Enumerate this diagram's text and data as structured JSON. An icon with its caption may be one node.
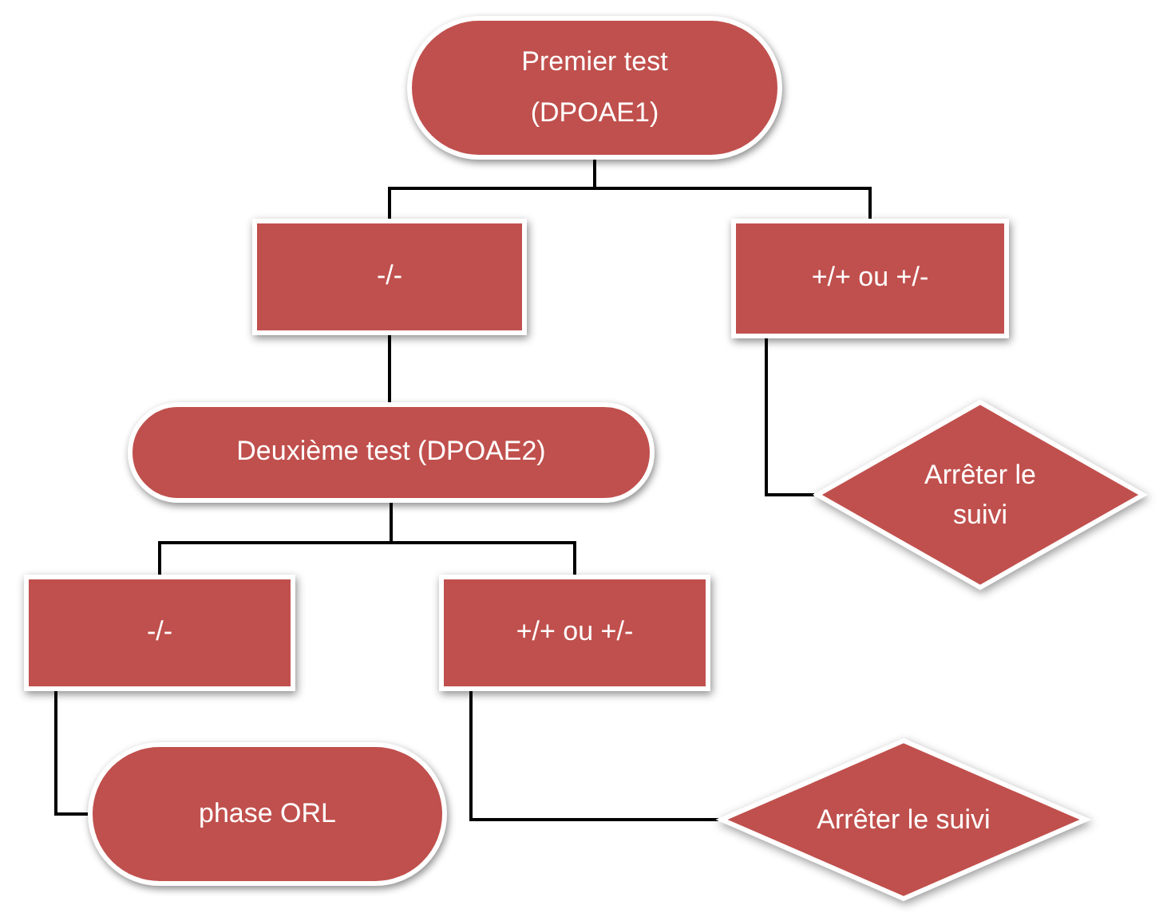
{
  "diagram": {
    "nodes": [
      {
        "text": [
          "Premier test (DPOAE1)"
        ]
      },
      {
        "text": [
          "-/-"
        ]
      },
      {
        "text": [
          "+/+ ou +/-"
        ]
      },
      {
        "text": [
          "Deuxième test (DPOAE2)"
        ]
      },
      {
        "text": [
          "Arrêter le suivi"
        ]
      },
      {
        "text": [
          "-/-"
        ]
      },
      {
        "text": [
          "+/+ ou +/-"
        ]
      },
      {
        "text": [
          "phase ORL"
        ]
      },
      {
        "text": [
          "Arrêter le suivi"
        ]
      }
    ],
    "edges": [
      {
        "from": 0,
        "to": 1,
        "arrow": "none"
      },
      {
        "from": 0,
        "to": 2,
        "arrow": "none"
      },
      {
        "from": 1,
        "to": 3,
        "arrow": "none"
      },
      {
        "from": 2,
        "to": 4,
        "arrow": "none"
      },
      {
        "from": 3,
        "to": 5,
        "arrow": "none"
      },
      {
        "from": 3,
        "to": 6,
        "arrow": "none"
      },
      {
        "from": 5,
        "to": 7,
        "arrow": "none"
      },
      {
        "from": 6,
        "to": 8,
        "arrow": "none"
      }
    ]
  }
}
